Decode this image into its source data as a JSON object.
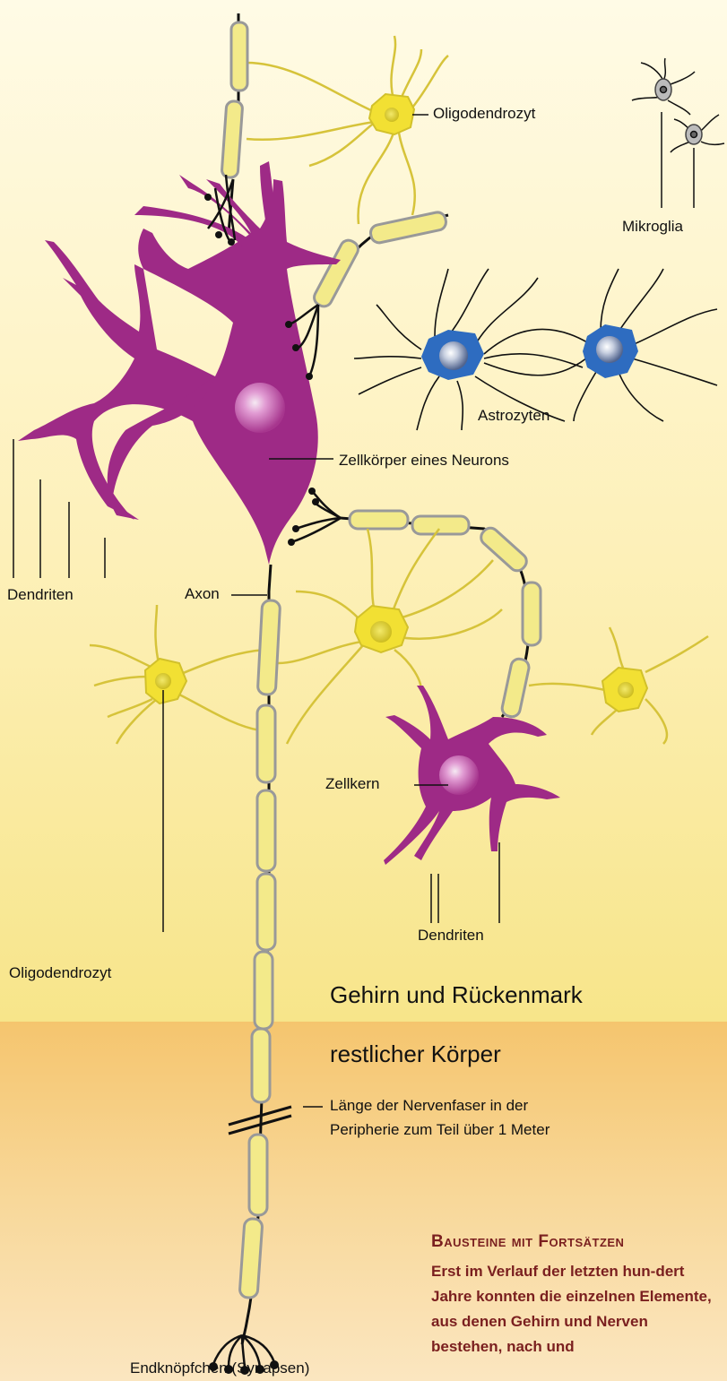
{
  "labels": {
    "oligodendrocyte_top": "Oligodendrozyt",
    "microglia": "Mikroglia",
    "astrocytes": "Astrozyten",
    "cell_body": "Zellkörper eines Neurons",
    "dendrites_left": "Dendriten",
    "axon": "Axon",
    "nucleus": "Zellkern",
    "dendrites_right": "Dendriten",
    "oligodendrocyte_bottom": "Oligodendrozyt",
    "brain_spinal": "Gehirn und Rückenmark",
    "rest_body": "restlicher Körper",
    "fiber_length_1": "Länge der Nervenfaser in der",
    "fiber_length_2": "Peripherie zum Teil über 1 Meter",
    "synapses": "Endknöpfchen (Synapsen)"
  },
  "caption": {
    "title": "Bausteine mit Fortsätzen",
    "text": "Erst im Verlauf der letzten hun-dert Jahre konnten die einzelnen Elemente, aus denen Gehirn und Nerven bestehen, nach und"
  },
  "colors": {
    "neuron": "#9e2a86",
    "oligodendrocyte": "#f2e033",
    "astrocyte": "#2e6cc0",
    "myelin": "#f3ea8a",
    "region_top": "#f7e58a",
    "region_bottom": "#f5c56e",
    "caption": "#7a1f1f"
  }
}
